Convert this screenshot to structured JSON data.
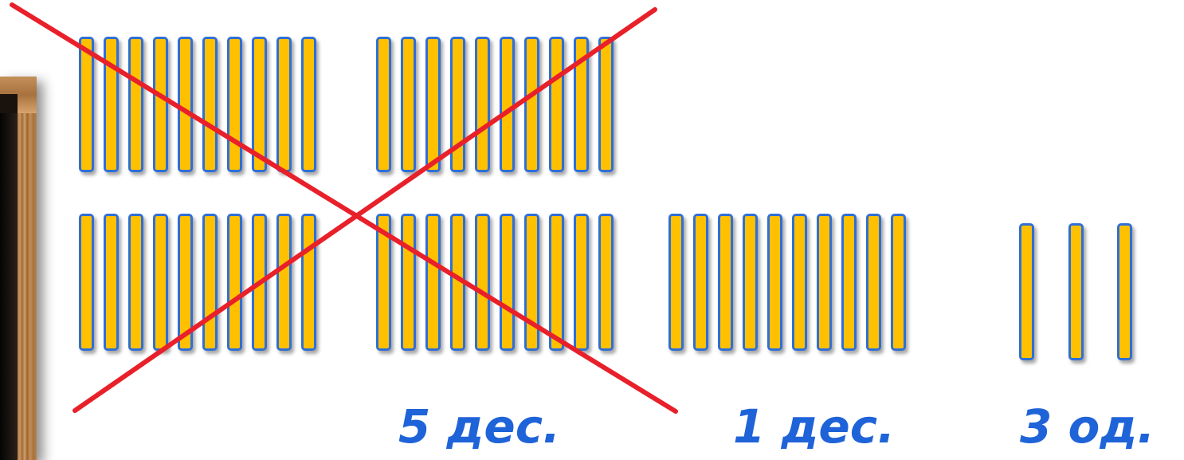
{
  "labels": {
    "tens_crossed": "5 дес.",
    "tens_remaining": "1 дес.",
    "units": "3 од."
  },
  "counts": {
    "crossed_bundles": 4,
    "sticks_per_bundle": 10,
    "remaining_bundles": 1,
    "single_sticks": 3
  },
  "colors": {
    "stick_fill": "#ffc000",
    "stick_border": "#2f6fd6",
    "cross_line": "#e8202a",
    "label_text": "#1f63d8"
  }
}
